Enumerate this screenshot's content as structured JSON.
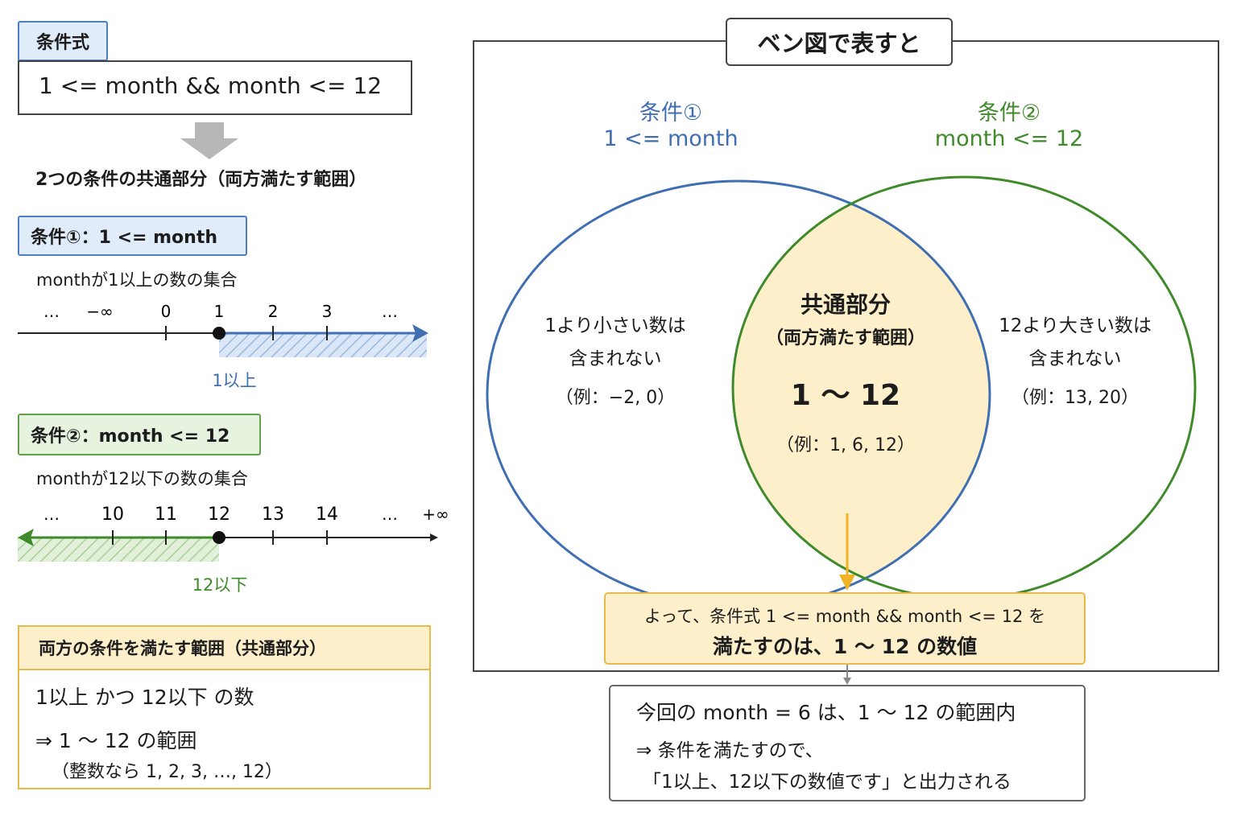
{
  "left": {
    "formula_tag": "条件式",
    "formula": "1 <= month && month <= 12",
    "subtitle": "2つの条件の共通部分（両方満たす範囲）",
    "cond1": {
      "tag": "条件①：1 <= month",
      "desc": "monthが1以上の数の集合",
      "ticks": [
        "…",
        "−∞",
        "0",
        "1",
        "2",
        "3",
        "…"
      ],
      "range_label": "1以上"
    },
    "cond2": {
      "tag": "条件②：month <= 12",
      "desc": "monthが12以下の数の集合",
      "ticks": [
        "…",
        "10",
        "11",
        "12",
        "13",
        "14",
        "…",
        "+∞"
      ],
      "range_label": "12以下"
    },
    "summary": {
      "header": "両方の条件を満たす範囲（共通部分）",
      "line1": "1以上 かつ 12以下 の数",
      "line2": "⇒ 1 ～ 12 の範囲",
      "line3": "（整数なら 1, 2, 3, …, 12）"
    }
  },
  "venn": {
    "title": "ベン図で表すと",
    "cond1_title": "条件①",
    "cond1_expr": "1 <= month",
    "cond2_title": "条件②",
    "cond2_expr": "month <= 12",
    "left_line1": "1より小さい数は",
    "left_line2": "含まれない",
    "left_example": "（例：−2, 0）",
    "center_title": "共通部分",
    "center_sub": "（両方満たす範囲）",
    "center_range": "1 ～ 12",
    "center_example": "（例：1, 6, 12）",
    "right_line1": "12より大きい数は",
    "right_line2": "含まれない",
    "right_example": "（例：13, 20）",
    "conclusion_line1": "よって、条件式 1 <= month && month <= 12 を",
    "conclusion_line2": "満たすのは、1 ～ 12 の数値"
  },
  "result": {
    "line1": "今回の month = 6 は、1 ～ 12 の範囲内",
    "line2": "⇒ 条件を満たすので、",
    "line3": "「1以上、12以下の数値です」と出力される"
  },
  "colors": {
    "blue": "#3f6fb2",
    "green": "#3f8a2a",
    "yellow_fill": "#fcefc9",
    "yellow_border": "#e7b94a",
    "arrow_gray": "#b7b7b7",
    "arrow_yellow": "#f0b323"
  }
}
